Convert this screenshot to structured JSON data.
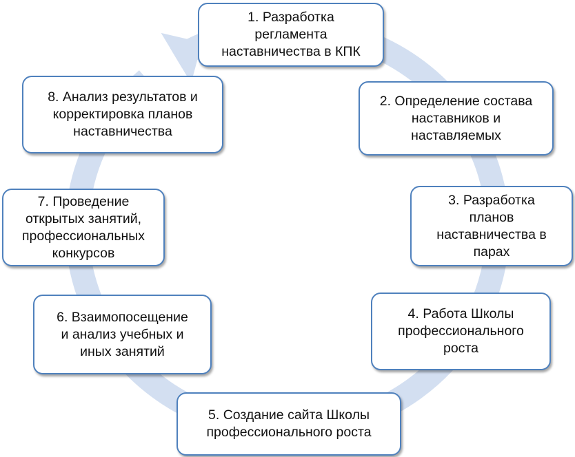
{
  "diagram": {
    "type": "cycle",
    "colors": {
      "arrow": "#d3dff1",
      "box_border": "#4f81bd",
      "box_fill": "#ffffff",
      "text": "#111111"
    },
    "steps": [
      {
        "label": "1. Разработка\nрегламента\nнаставничества в КПК"
      },
      {
        "label": "2. Определение состава\nнаставников и\nнаставляемых"
      },
      {
        "label": "3. Разработка\nпланов\nнаставничества в\nпарах"
      },
      {
        "label": "4. Работа Школы\nпрофессионального\nроста"
      },
      {
        "label": "5. Создание сайта Школы\nпрофессионального роста"
      },
      {
        "label": "6. Взаимопосещение\nи анализ учебных  и\nиных занятий"
      },
      {
        "label": "7. Проведение\nоткрытых занятий,\nпрофессиональных\nконкурсов"
      },
      {
        "label": "8. Анализ результатов и\nкорректировка планов\nнаставничества"
      }
    ]
  }
}
